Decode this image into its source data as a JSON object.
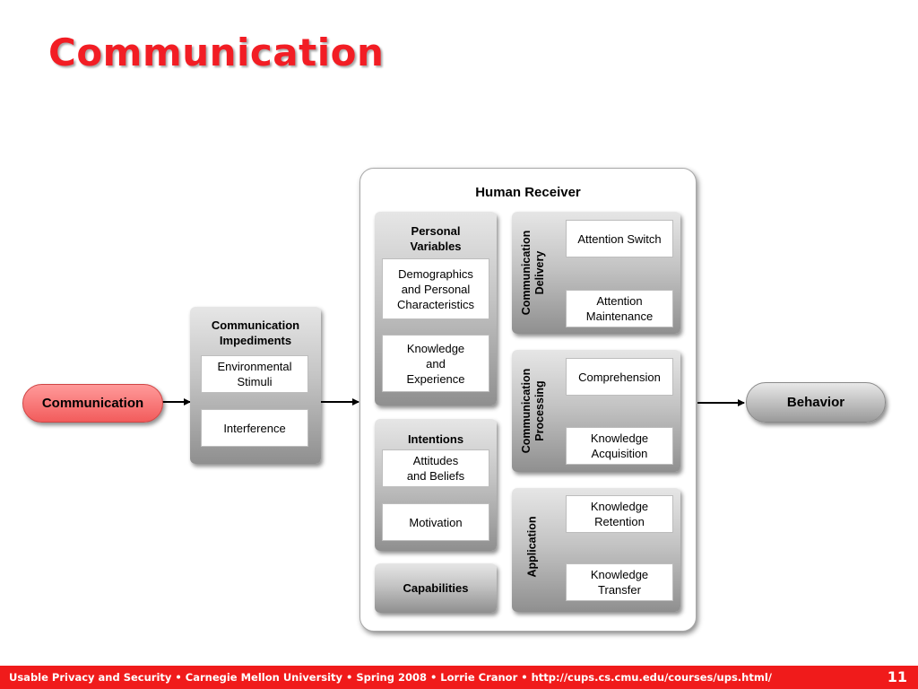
{
  "title": "Communication",
  "communication_label": "Communication",
  "behavior_label": "Behavior",
  "impediments": {
    "title": "Communication\nImpediments",
    "items": [
      "Environmental\nStimuli",
      "Interference"
    ]
  },
  "receiver": {
    "title": "Human Receiver",
    "personal_variables": {
      "title": "Personal\nVariables",
      "items": [
        "Demographics\nand Personal\nCharacteristics",
        "Knowledge\nand\nExperience"
      ]
    },
    "intentions": {
      "title": "Intentions",
      "items": [
        "Attitudes\nand Beliefs",
        "Motivation"
      ]
    },
    "capabilities": {
      "title": "Capabilities"
    },
    "delivery": {
      "title": "Communication\nDelivery",
      "items": [
        "Attention Switch",
        "Attention\nMaintenance"
      ]
    },
    "processing": {
      "title": "Communication\nProcessing",
      "items": [
        "Comprehension",
        "Knowledge\nAcquisition"
      ]
    },
    "application": {
      "title": "Application",
      "items": [
        "Knowledge\nRetention",
        "Knowledge\nTransfer"
      ]
    }
  },
  "footer": {
    "text": "Usable Privacy and Security •  Carnegie Mellon University  •  Spring 2008  •  Lorrie Cranor •  http://cups.cs.cmu.edu/courses/ups.html/",
    "page_number": "11"
  },
  "colors": {
    "title_red": "#f21d24",
    "footer_red": "#f01b1b",
    "communication_pill": "#f76b6b"
  }
}
